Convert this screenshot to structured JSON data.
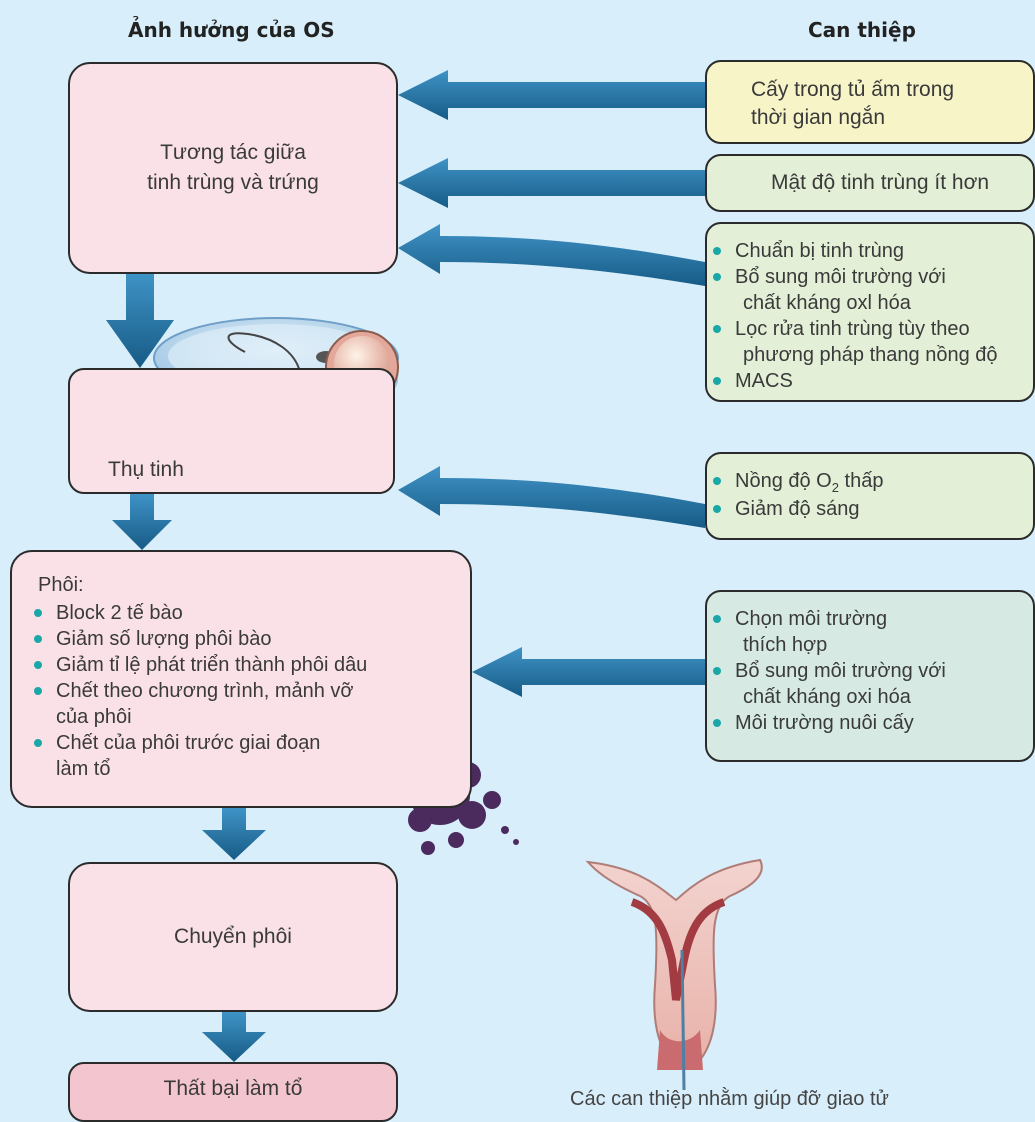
{
  "headers": {
    "left": "Ảnh hưởng của OS",
    "right": "Can thiệp"
  },
  "effects": {
    "interaction": [
      "Tương tác giữa",
      "tinh trùng và trứng"
    ],
    "fertilization": "Thụ tinh",
    "embryo_title": "Phôi:",
    "embryo_items": [
      "Block 2 tế bào",
      "Giảm số lượng phôi bào",
      "Giảm tỉ lệ phát triển thành phôi dâu",
      "Chết theo chương trình, mảnh vỡ",
      "của phôi",
      "Chết của phôi trước giai đoạn",
      "làm tổ"
    ],
    "transfer": "Chuyển phôi",
    "failure": "Thất bại làm tổ"
  },
  "interventions": {
    "incubation": [
      "Cấy trong tủ ấm trong",
      "thời gian ngắn"
    ],
    "sperm_density": "Mật độ tinh trùng ít hơn",
    "sperm_prep": [
      "Chuẩn bị tinh trùng",
      "Bổ sung môi trường với",
      "chất kháng oxl hóa",
      "Lọc rửa tinh trùng tùy theo",
      "phương pháp thang nồng độ",
      "MACS"
    ],
    "oxygen_prefix": "Nồng độ O",
    "oxygen_sub": "2",
    "oxygen_suffix": " thấp",
    "light": "Giảm độ sáng",
    "culture": [
      "Chọn môi trường",
      "thích hợp",
      "Bổ sung môi trường với",
      "chất kháng oxi hóa",
      "Môi trường nuôi cấy"
    ]
  },
  "caption": "Các can thiệp nhằm giúp đỡ giao tử",
  "colors": {
    "background": "#d8eefa",
    "arrow": "#1f6f9f",
    "bullet": "#1aa7a7"
  }
}
